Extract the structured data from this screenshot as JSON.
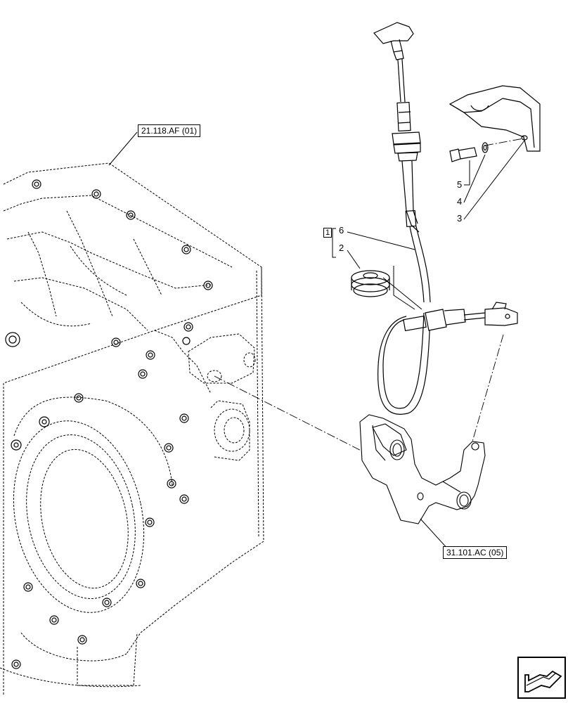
{
  "references": {
    "top_left": "21.118.AF (01)",
    "bottom_right": "31.101.AC (05)"
  },
  "kit": {
    "label": "1"
  },
  "callouts": {
    "c6": "6",
    "c2": "2",
    "c5": "5",
    "c4": "4",
    "c3": "3"
  },
  "nav": {
    "icon": "next-page-arrow-icon"
  }
}
